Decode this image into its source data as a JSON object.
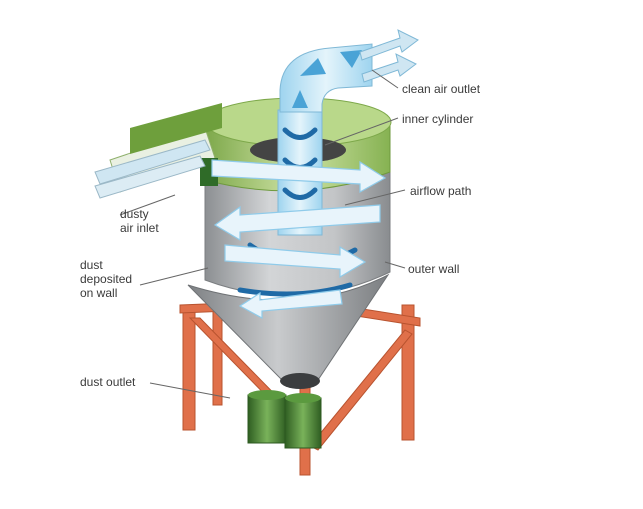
{
  "labels": {
    "clean_air_outlet": "clean air outlet",
    "inner_cylinder": "inner cylinder",
    "airflow_path": "airflow path",
    "dusty_air_inlet_1": "dusty",
    "dusty_air_inlet_2": "air inlet",
    "dust_deposited_1": "dust",
    "dust_deposited_2": "deposited",
    "dust_deposited_3": "on wall",
    "outer_wall": "outer wall",
    "dust_outlet": "dust outlet"
  },
  "colors": {
    "frame": "#e0704a",
    "cylinder_body": "#b9bcbe",
    "cone": "#a7a9ac",
    "top_rim": "#9fc46a",
    "inlet_duct": "#6e9f3c",
    "clean_air_pipe": "#bfe3f5",
    "airflow_arrow": "#8fcbea",
    "airflow_dark": "#1f6aa6",
    "dust_drum": "#4f8a35",
    "leader_line": "#666666"
  }
}
